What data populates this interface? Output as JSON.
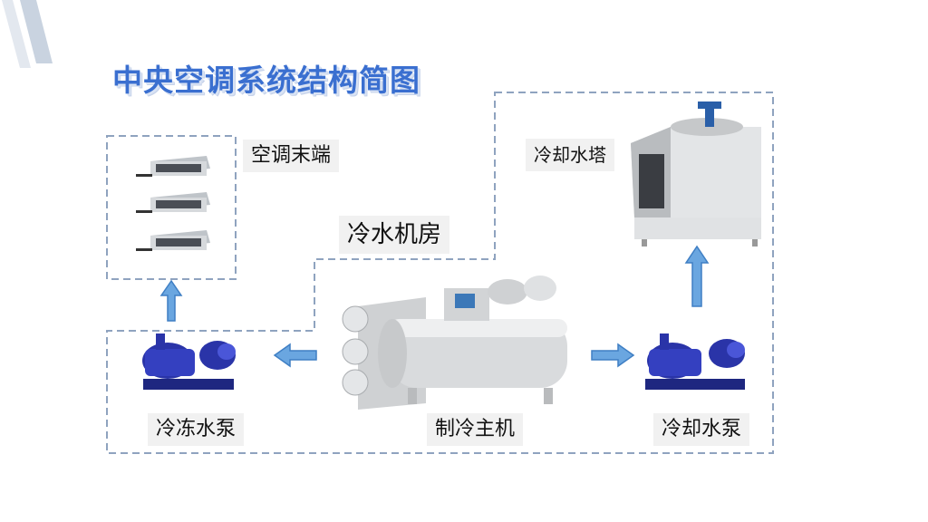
{
  "title": "中央空调系统结构简图",
  "labels": {
    "terminal": "空调末端",
    "plant_room": "冷水机房",
    "cooling_tower": "冷却水塔",
    "chilled_pump": "冷冻水泵",
    "chiller": "制冷主机",
    "cooling_pump": "冷却水泵"
  },
  "colors": {
    "title": "#3a6fd0",
    "dashed_border": "#8fa3bf",
    "arrow_fill": "#6aa6e0",
    "arrow_stroke": "#3f7fc4",
    "pump": "#2a34a8",
    "unit_silver": "#d9d9d9"
  },
  "icons": [
    "slash-decoration",
    "fan-coil-unit-icon",
    "water-pump-icon",
    "chiller-icon",
    "cooling-tower-icon",
    "arrow-icon"
  ]
}
